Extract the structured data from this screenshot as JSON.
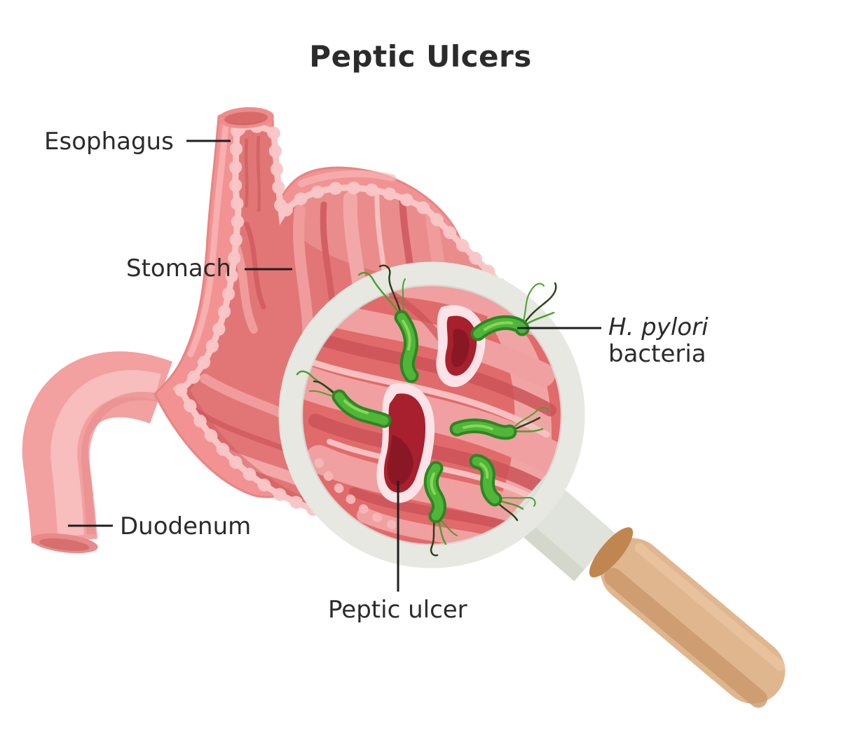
{
  "title": "Peptic Ulcers",
  "labels": {
    "esophagus": "Esophagus",
    "stomach": "Stomach",
    "duodenum": "Duodenum",
    "h_pylori": {
      "line1": "H. pylori",
      "line2": "bacteria"
    },
    "peptic_ulcer": "Peptic ulcer"
  },
  "figure": {
    "type": "medical-diagram",
    "subject": "stomach cross-section with magnifying glass showing peptic ulcers and H. pylori bacteria",
    "bacteria_count": 6,
    "ulcer_count": 2
  },
  "colors": {
    "background": "#ffffff",
    "text": "#2b2b2b",
    "leader_line": "#1f1f1f",
    "stomach_wall": "#F29292",
    "stomach_wall_highlight": "#F7B6B6",
    "stomach_lining_cut": "#F8C6C6",
    "stomach_interior": "#E27676",
    "rugae_highlight": "#F09C9C",
    "rugae_pale": "#F7BFBF",
    "rugae_shadow": "#D35F64",
    "esophagus_opening": "#D96A6A",
    "lens_tissue": "#E16A6A",
    "lens_tissue_light": "#F0A0A0",
    "lens_tissue_dark": "#CB5459",
    "ulcer_ring": "#FBE3E7",
    "ulcer_inner": "#A8202E",
    "ulcer_core": "#8A1824",
    "bacteria_green": "#4FB637",
    "bacteria_green_dark": "#2E8524",
    "bacteria_green_light": "#8FD95C",
    "flagella_dark": "#2B441A",
    "flagella_green": "#4C9F2F",
    "magnifier_rim": "#E6E8E1",
    "magnifier_collar": "#E0E3DB",
    "magnifier_handle": "#E0B68E",
    "magnifier_handle_shadow": "#C9976A",
    "magnifier_handle_end": "#C08650"
  }
}
